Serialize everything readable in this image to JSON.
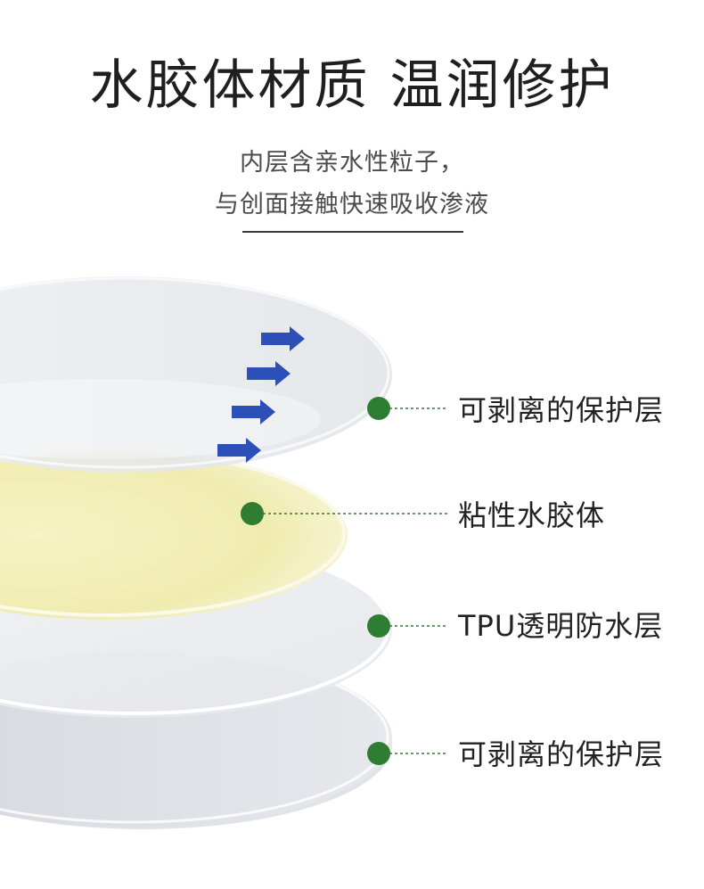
{
  "header": {
    "title": "水胶体材质 温润修护",
    "subtitle_line1": "内层含亲水性粒子，",
    "subtitle_line2": "与创面接触快速吸收渗液"
  },
  "layers": [
    {
      "label": "可剥离的保护层"
    },
    {
      "label": "粘性水胶体"
    },
    {
      "label": "TPU透明防水层"
    },
    {
      "label": "可剥离的保护层"
    }
  ],
  "colors": {
    "dot": "#2e7d32",
    "arrow": "#2d4fb8",
    "hydrocolloid": "#f3f0b8"
  }
}
